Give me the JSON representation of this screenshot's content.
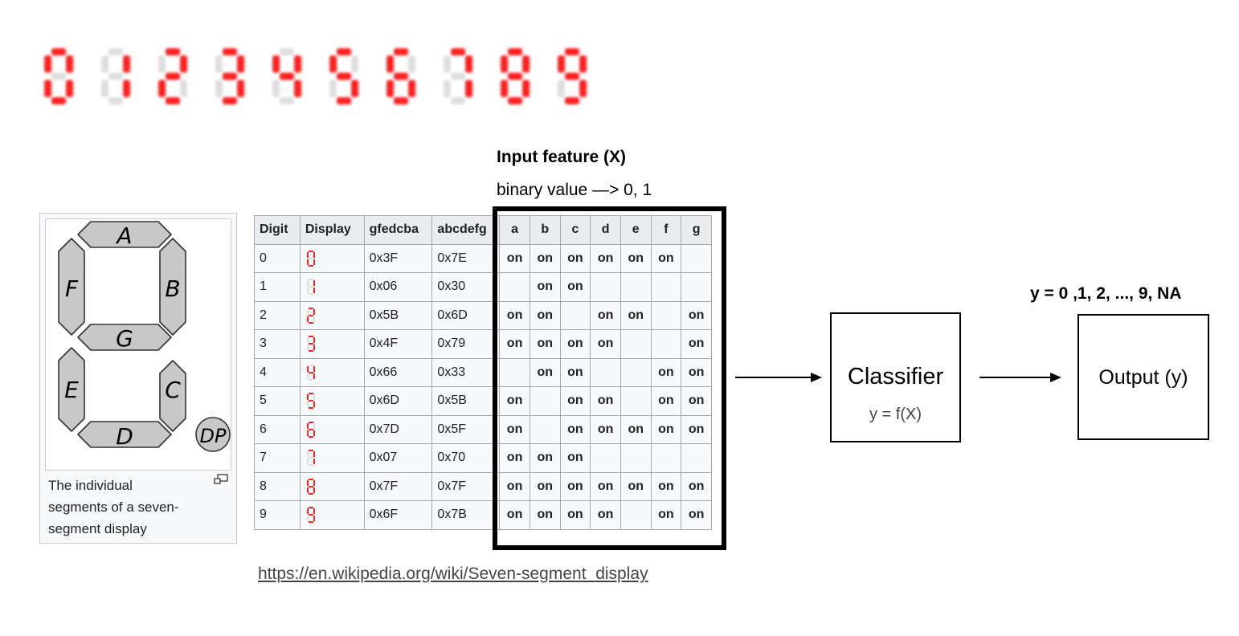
{
  "digits_display": {
    "digits": [
      "0",
      "1",
      "2",
      "3",
      "4",
      "5",
      "6",
      "7",
      "8",
      "9"
    ],
    "on_color": "#ff2020",
    "off_color": "#dedede"
  },
  "segment_figure": {
    "segment_labels": [
      "A",
      "B",
      "C",
      "D",
      "E",
      "F",
      "G",
      "DP"
    ],
    "caption": "The individual segments of a seven-segment display",
    "caption_lines": [
      "The individual",
      "segments of a seven-",
      "segment display"
    ]
  },
  "table": {
    "headers": [
      "Digit",
      "Display",
      "gfedcba",
      "abcdefg",
      "a",
      "b",
      "c",
      "d",
      "e",
      "f",
      "g"
    ],
    "rows": [
      {
        "digit": "0",
        "gfedcba": "0x3F",
        "abcdefg": "0x7E",
        "segs": [
          "on",
          "on",
          "on",
          "on",
          "on",
          "on",
          ""
        ]
      },
      {
        "digit": "1",
        "gfedcba": "0x06",
        "abcdefg": "0x30",
        "segs": [
          "",
          "on",
          "on",
          "",
          "",
          "",
          ""
        ]
      },
      {
        "digit": "2",
        "gfedcba": "0x5B",
        "abcdefg": "0x6D",
        "segs": [
          "on",
          "on",
          "",
          "on",
          "on",
          "",
          "on"
        ]
      },
      {
        "digit": "3",
        "gfedcba": "0x4F",
        "abcdefg": "0x79",
        "segs": [
          "on",
          "on",
          "on",
          "on",
          "",
          "",
          "on"
        ]
      },
      {
        "digit": "4",
        "gfedcba": "0x66",
        "abcdefg": "0x33",
        "segs": [
          "",
          "on",
          "on",
          "",
          "",
          "on",
          "on"
        ]
      },
      {
        "digit": "5",
        "gfedcba": "0x6D",
        "abcdefg": "0x5B",
        "segs": [
          "on",
          "",
          "on",
          "on",
          "",
          "on",
          "on"
        ]
      },
      {
        "digit": "6",
        "gfedcba": "0x7D",
        "abcdefg": "0x5F",
        "segs": [
          "on",
          "",
          "on",
          "on",
          "on",
          "on",
          "on"
        ]
      },
      {
        "digit": "7",
        "gfedcba": "0x07",
        "abcdefg": "0x70",
        "segs": [
          "on",
          "on",
          "on",
          "",
          "",
          "",
          ""
        ]
      },
      {
        "digit": "8",
        "gfedcba": "0x7F",
        "abcdefg": "0x7F",
        "segs": [
          "on",
          "on",
          "on",
          "on",
          "on",
          "on",
          "on"
        ]
      },
      {
        "digit": "9",
        "gfedcba": "0x6F",
        "abcdefg": "0x7B",
        "segs": [
          "on",
          "on",
          "on",
          "on",
          "",
          "on",
          "on"
        ]
      }
    ]
  },
  "feature": {
    "title": "Input feature (X)",
    "subtitle": "binary value —> 0, 1"
  },
  "source_link": "https://en.wikipedia.org/wiki/Seven-segment_display",
  "classifier": {
    "title": "Classifier",
    "formula": "y = f(X)"
  },
  "output": {
    "title": "Output (y)",
    "values": "y = 0 ,1, 2, ..., 9, NA"
  }
}
